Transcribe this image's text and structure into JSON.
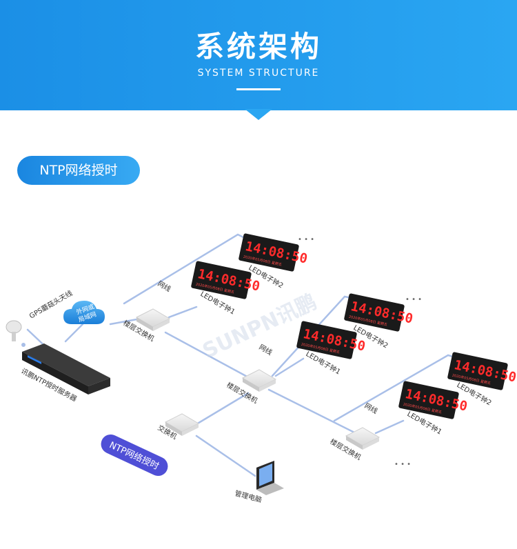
{
  "header": {
    "title_cn": "系统架构",
    "title_en": "SYSTEM STRUCTURE"
  },
  "section": {
    "label": "NTP网络授时"
  },
  "diagram": {
    "gps_antenna_label": "GPS蘑菇头天线",
    "cloud_label_line1": "外网或",
    "cloud_label_line2": "局域网",
    "server_label": "讯鹏NTP授时服务器",
    "switch_floor_label": "楼层交换机",
    "switch_label": "交换机",
    "cable_label": "网线",
    "pc_label": "管理电脑",
    "ntp_badge_label": "NTP网络授时",
    "clock1_label": "LED电子钟1",
    "clock2_label": "LED电子钟2",
    "clock_time": "14:08:50",
    "clock_date": "2020年05月08日 星期五",
    "more_dots": "• • •",
    "watermark": "SUNPN讯鹏"
  },
  "colors": {
    "header_blue": "#1b8fe6",
    "line_blue": "#a9bfe8",
    "led_red": "#ff2b2b",
    "badge_purple": "#4f4fd6"
  }
}
